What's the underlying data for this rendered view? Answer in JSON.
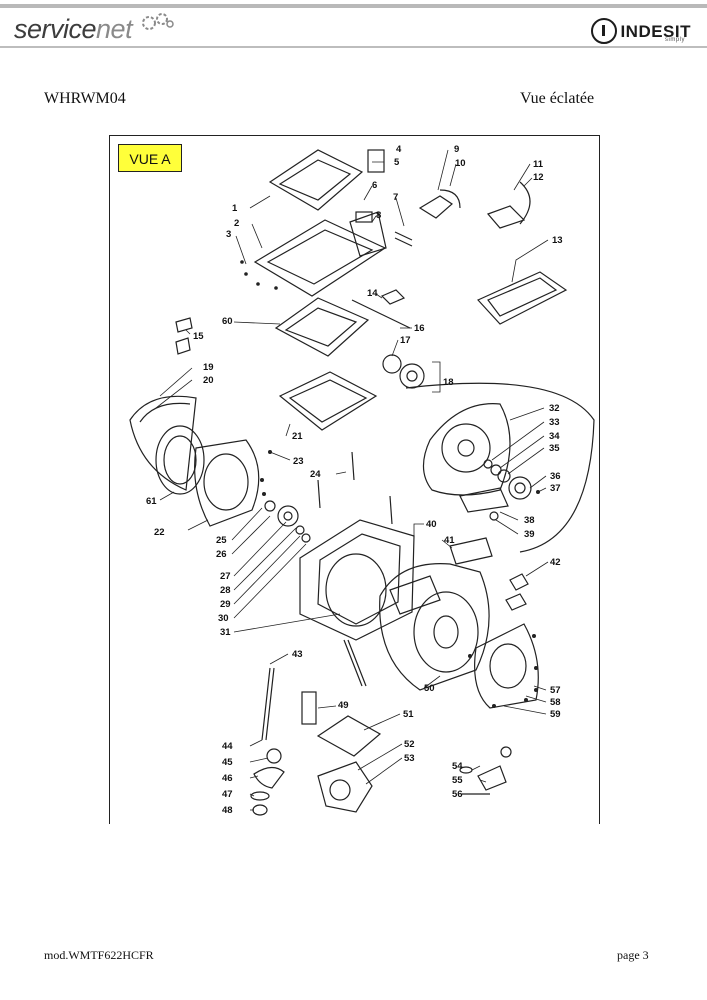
{
  "header": {
    "brand_part1": "service",
    "brand_part2": "net",
    "partner_logo": "INDESIT",
    "partner_tagline": "simply"
  },
  "document": {
    "code": "WHRWM04",
    "view_title": "Vue éclatée"
  },
  "diagram": {
    "view_label": "VUE A",
    "part_numbers": [
      "1",
      "2",
      "3",
      "4",
      "5",
      "6",
      "7",
      "8",
      "9",
      "10",
      "11",
      "12",
      "13",
      "14",
      "15",
      "16",
      "17",
      "18",
      "19",
      "20",
      "21",
      "22",
      "23",
      "24",
      "25",
      "26",
      "27",
      "28",
      "29",
      "30",
      "31",
      "32",
      "33",
      "34",
      "35",
      "36",
      "37",
      "38",
      "39",
      "40",
      "41",
      "42",
      "43",
      "44",
      "45",
      "46",
      "47",
      "48",
      "49",
      "50",
      "51",
      "52",
      "53",
      "54",
      "55",
      "56",
      "57",
      "58",
      "59",
      "60",
      "61",
      "61"
    ]
  },
  "footer": {
    "model": "mod.WMTF622HCFR",
    "page": "page 3"
  }
}
